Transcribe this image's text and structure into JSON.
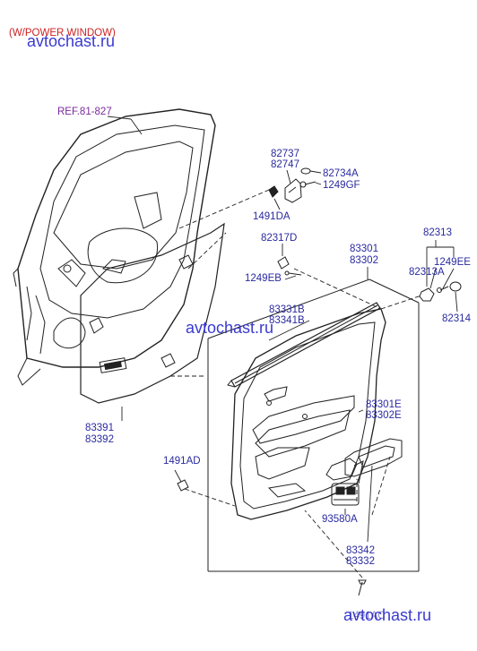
{
  "title_note": "(W/POWER WINDOW)",
  "watermark": "avtochast.ru",
  "colors": {
    "label": "#2a2aa0",
    "ref": "#7a2a9a",
    "note": "#cc2222",
    "watermark": "#3a3ad0",
    "line": "#222222"
  },
  "labels": {
    "ref": "REF.81-827",
    "p82737": "82737",
    "p82747": "82747",
    "p82734A": "82734A",
    "p1249GF": "1249GF",
    "p1491DA": "1491DA",
    "p82317D": "82317D",
    "p83301": "83301",
    "p83302": "83302",
    "p82313": "82313",
    "p1249EE": "1249EE",
    "p82313A": "82313A",
    "p1249EB": "1249EB",
    "p82314": "82314",
    "p83331B": "83331B",
    "p83341B": "83341B",
    "p83301E": "83301E",
    "p83302E": "83302E",
    "p83391": "83391",
    "p83392": "83392",
    "p1491AD": "1491AD",
    "p93580A": "93580A",
    "p83342": "83342",
    "p83332": "83332",
    "p1491AC": "1491AC"
  }
}
